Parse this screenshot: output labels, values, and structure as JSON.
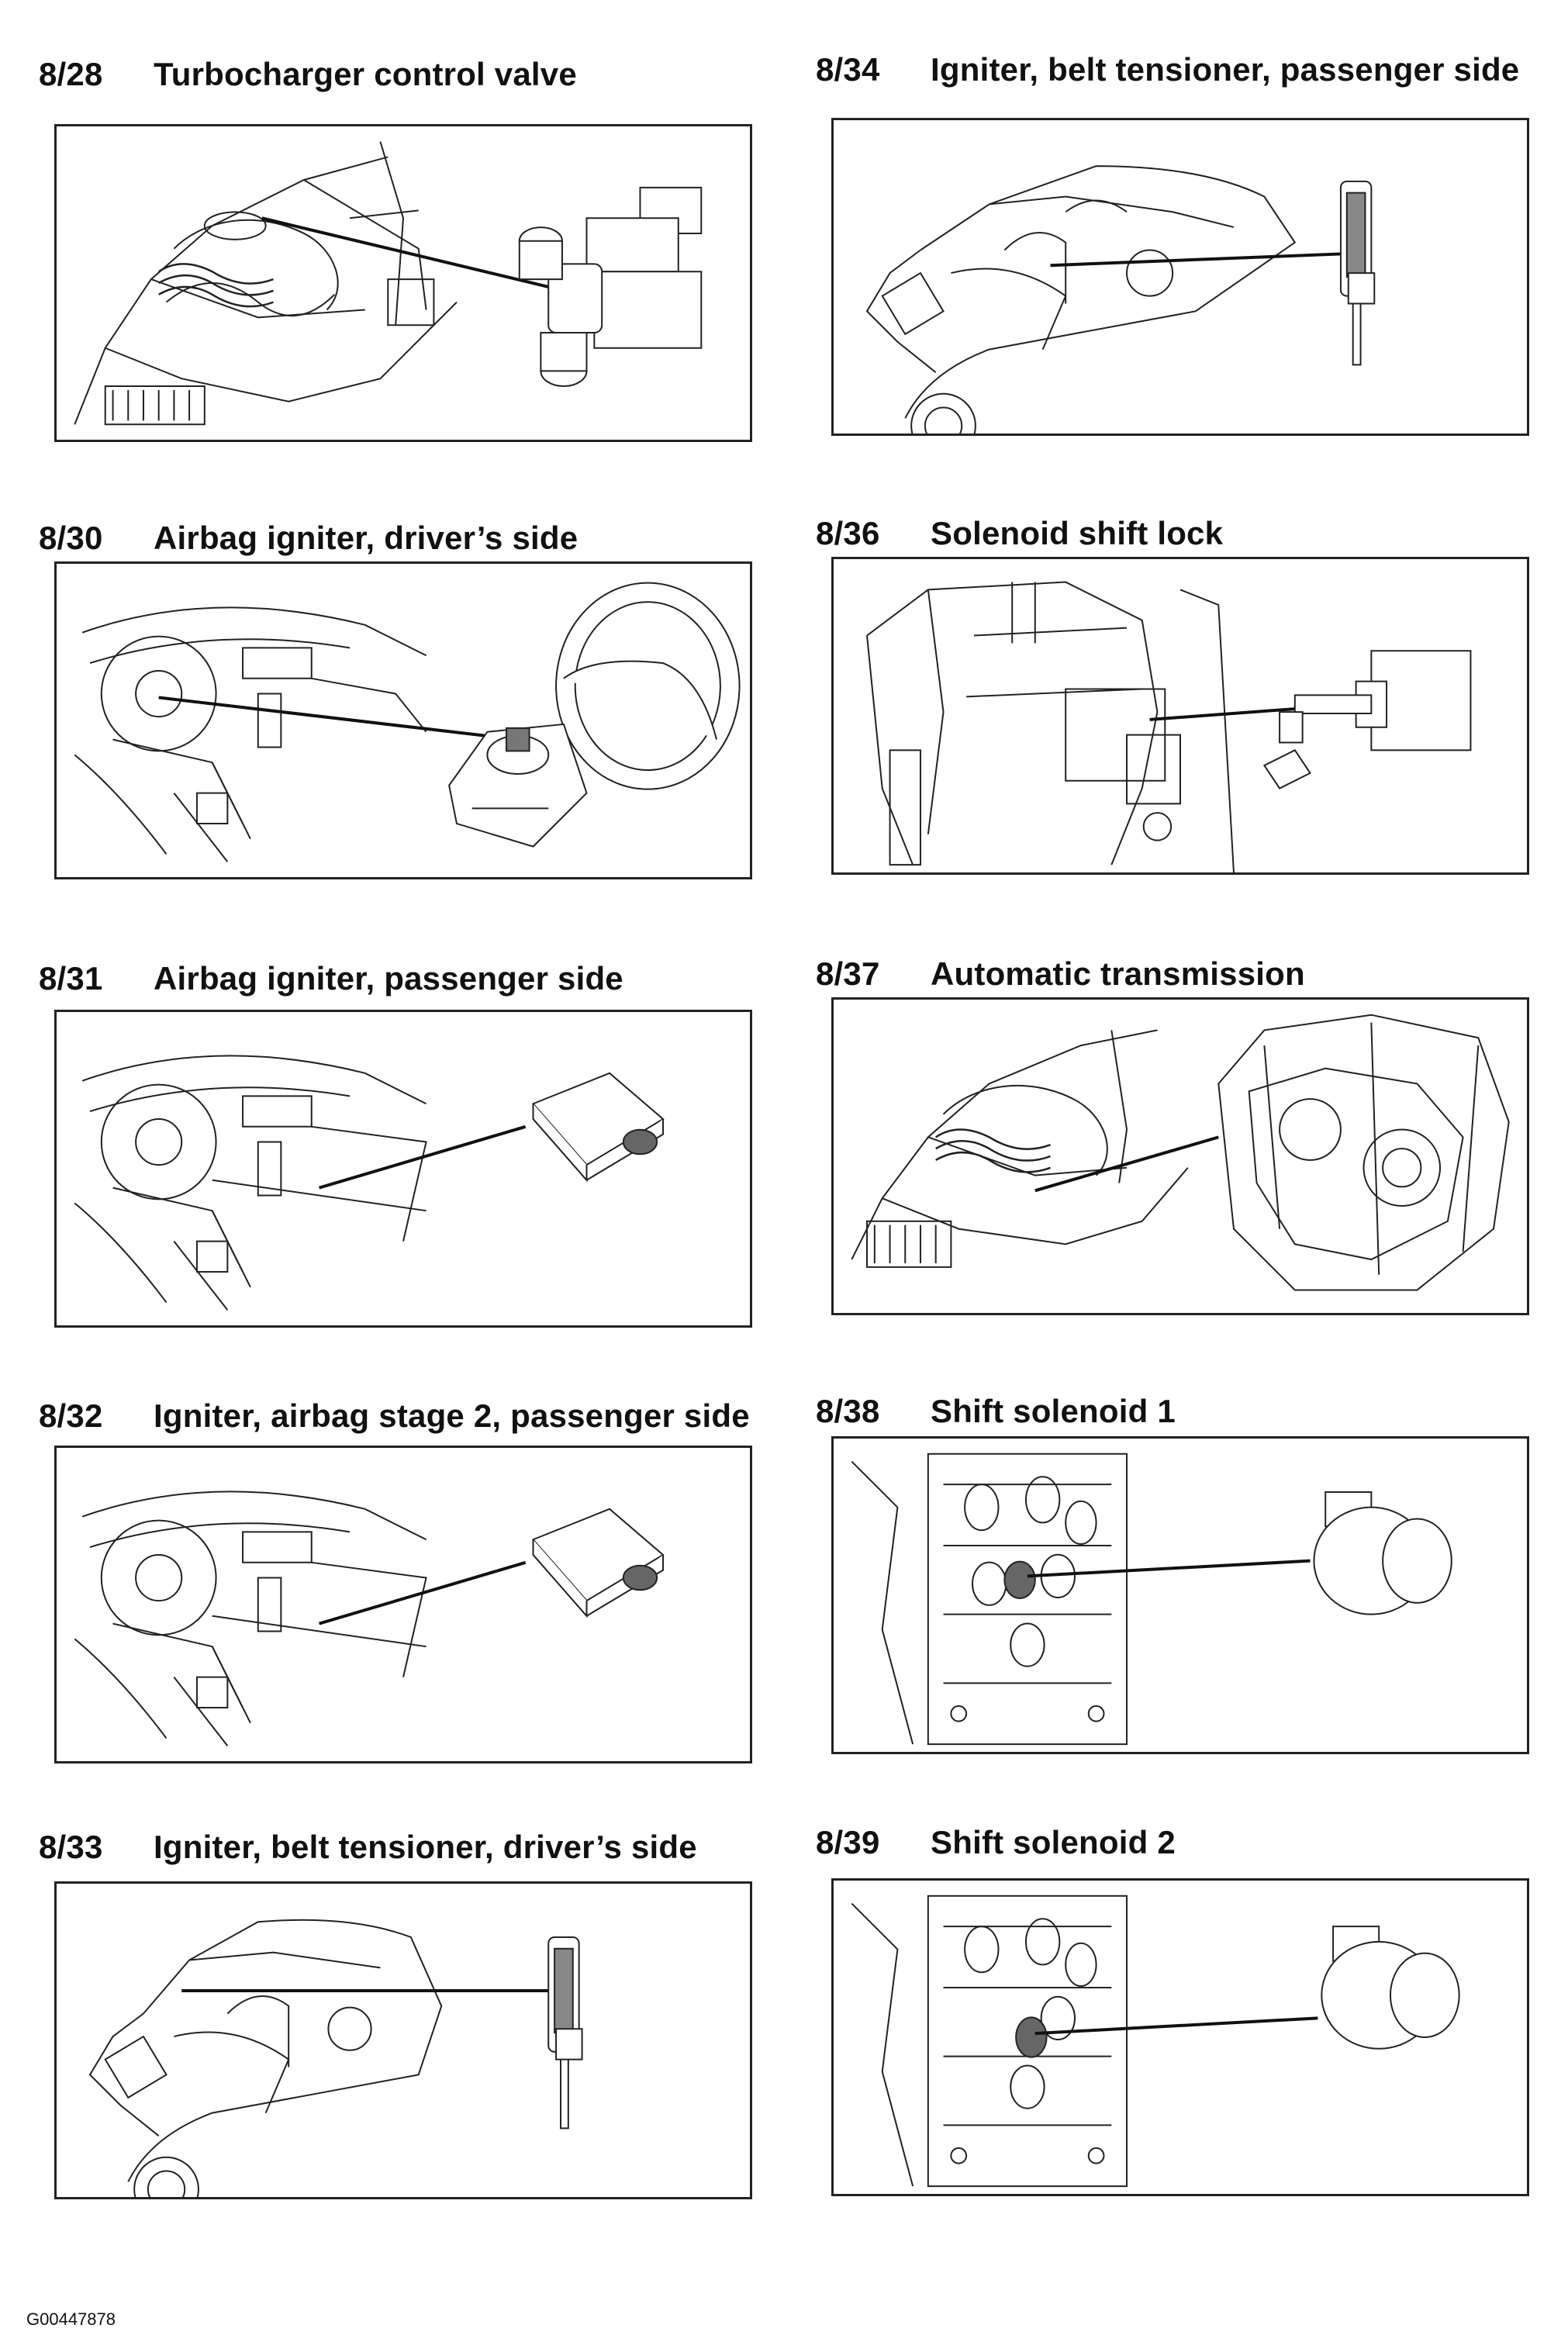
{
  "figures": [
    {
      "code": "8/28",
      "title": "Turbocharger control valve",
      "illustration": "engine-bay-with-turbo-valve"
    },
    {
      "code": "8/34",
      "title": "Igniter, belt tensioner, passenger side",
      "illustration": "car-cutaway-with-belt-igniter"
    },
    {
      "code": "8/30",
      "title": "Airbag igniter, driver’s side",
      "illustration": "dashboard-with-steering-wheel-airbag"
    },
    {
      "code": "8/36",
      "title": "Solenoid shift lock",
      "illustration": "gear-selector-with-solenoid"
    },
    {
      "code": "8/31",
      "title": "Airbag igniter, passenger side",
      "illustration": "dashboard-with-passenger-airbag"
    },
    {
      "code": "8/37",
      "title": "Automatic transmission",
      "illustration": "engine-bay-with-transmission"
    },
    {
      "code": "8/32",
      "title": "Igniter, airbag stage 2, passenger side",
      "illustration": "dashboard-with-passenger-airbag"
    },
    {
      "code": "8/38",
      "title": "Shift solenoid 1",
      "illustration": "valve-body-with-solenoid"
    },
    {
      "code": "8/33",
      "title": "Igniter, belt tensioner, driver’s side",
      "illustration": "car-cutaway-with-belt-igniter"
    },
    {
      "code": "8/39",
      "title": "Shift solenoid 2",
      "illustration": "valve-body-with-solenoid"
    }
  ],
  "footer_id": "G00447878"
}
